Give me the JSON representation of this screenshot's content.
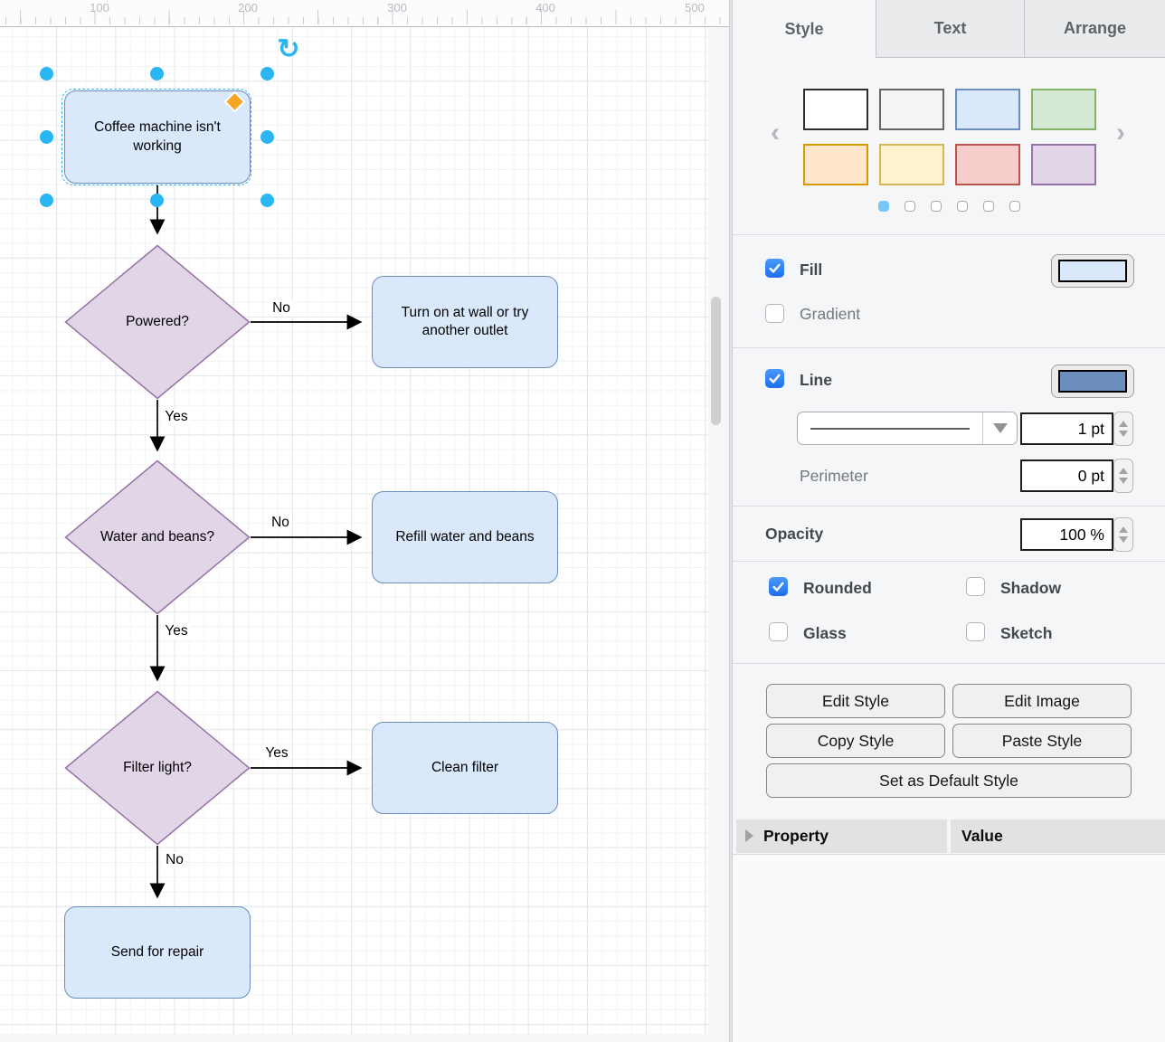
{
  "ruler": {
    "labels": [
      "100",
      "200",
      "300",
      "400",
      "500"
    ]
  },
  "canvas": {
    "nodes": [
      {
        "id": "start",
        "type": "process",
        "label": "Coffee machine isn't working",
        "selected": true
      },
      {
        "id": "powered",
        "type": "decision",
        "label": "Powered?"
      },
      {
        "id": "turn-on",
        "type": "process",
        "label": "Turn on at wall or try another outlet"
      },
      {
        "id": "water-beans",
        "type": "decision",
        "label": "Water and beans?"
      },
      {
        "id": "refill",
        "type": "process",
        "label": "Refill water and beans"
      },
      {
        "id": "filter-light",
        "type": "decision",
        "label": "Filter light?"
      },
      {
        "id": "clean-filter",
        "type": "process",
        "label": "Clean filter"
      },
      {
        "id": "send-repair",
        "type": "process",
        "label": "Send for repair"
      }
    ],
    "edge_labels": [
      {
        "text": "No"
      },
      {
        "text": "Yes"
      },
      {
        "text": "No"
      },
      {
        "text": "Yes"
      },
      {
        "text": "Yes"
      },
      {
        "text": "No"
      }
    ],
    "colors": {
      "process_fill": "#dae8fc",
      "process_stroke": "#6c8ebf",
      "decision_fill": "#e1d5e7",
      "decision_stroke": "#9673a6",
      "selection": "#29b6f2",
      "special_handle": "#f5a623",
      "edge": "#000000"
    }
  },
  "panel": {
    "tabs": [
      {
        "label": "Style",
        "active": true
      },
      {
        "label": "Text",
        "active": false
      },
      {
        "label": "Arrange",
        "active": false
      }
    ],
    "style_presets": [
      {
        "fill": "#ffffff",
        "stroke": "#2d2d2d"
      },
      {
        "fill": "#f5f5f5",
        "stroke": "#666666"
      },
      {
        "fill": "#dae8fc",
        "stroke": "#6c8ebf"
      },
      {
        "fill": "#d5e8d4",
        "stroke": "#82b366"
      },
      {
        "fill": "#ffe6cc",
        "stroke": "#d79b00"
      },
      {
        "fill": "#fff2cc",
        "stroke": "#d6b656"
      },
      {
        "fill": "#f8cecc",
        "stroke": "#b85450"
      },
      {
        "fill": "#e1d5e7",
        "stroke": "#9673a6"
      }
    ],
    "carousel": {
      "prev": "‹",
      "next": "›",
      "dot_count": 6,
      "active_dot": 0
    },
    "fill_section": {
      "fill_label": "Fill",
      "fill_checked": true,
      "fill_color": "#dae8fc",
      "gradient_label": "Gradient",
      "gradient_checked": false
    },
    "line_section": {
      "line_label": "Line",
      "line_checked": true,
      "line_color": "#6c8ebf",
      "width_value": "1 pt",
      "perimeter_label": "Perimeter",
      "perimeter_value": "0 pt"
    },
    "opacity_section": {
      "label": "Opacity",
      "value": "100 %"
    },
    "toggles": [
      {
        "label": "Rounded",
        "checked": true
      },
      {
        "label": "Shadow",
        "checked": false
      },
      {
        "label": "Glass",
        "checked": false
      },
      {
        "label": "Sketch",
        "checked": false
      }
    ],
    "buttons": {
      "edit_style": "Edit Style",
      "edit_image": "Edit Image",
      "copy_style": "Copy Style",
      "paste_style": "Paste Style",
      "set_default": "Set as Default Style"
    },
    "property_table": {
      "property_header": "Property",
      "value_header": "Value"
    }
  }
}
